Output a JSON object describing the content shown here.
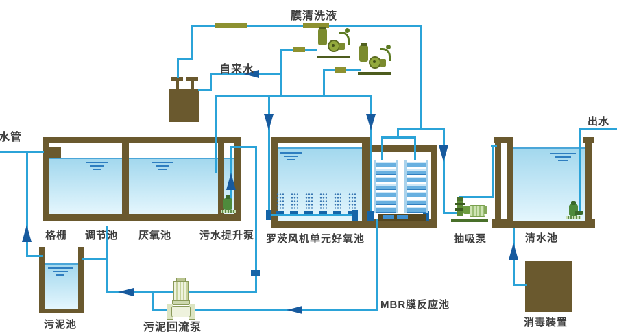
{
  "title": "MBR膜反应池 wastewater treatment process flow diagram",
  "labels": {
    "membrane_cleaning": "膜清洗液",
    "tap_water": "自来水",
    "water_pipe": "水管",
    "outlet": "出水",
    "grid": "格栅",
    "regulation_tank": "调节池",
    "anaerobic_tank": "厌氧池",
    "sewage_lift_pump": "污水提升泵",
    "aerobic_tank": "罗茨风机单元好氧池",
    "suction_pump": "抽吸泵",
    "clear_water_tank": "清水池",
    "sludge_tank": "污泥池",
    "sludge_return_pump": "污泥回流泵",
    "mbr_tank": "MBR膜反应池",
    "disinfection_device": "消毒装置"
  },
  "colors": {
    "pipe": "#2ba3d8",
    "arrow": "#175a9e",
    "wall": "#6a592e",
    "valve": "#8d9130",
    "water-top": "#a3d8ee",
    "water-bottom": "#e4f6fd",
    "surface": "#4aa6d8",
    "pumpg": "#7a8a2e",
    "fitting": "#1565a8",
    "label": "#3d3d3d",
    "ripple": "#2e7ec0",
    "memb": "#68b0e0"
  },
  "icons": {
    "blower_pump": "blower-pump-icon (css shapes)",
    "submersible_pump": "submersible-pump-icon (css shapes)",
    "suction_pump": "suction-pump-icon (css shapes)",
    "inline_return_pump": "inline-pump-icon (css shapes)",
    "valve": "valve-icon (olive rect)",
    "flow_arrow": "flow-arrow (css triangle)",
    "membrane_module": "membrane-module-icon (striped rect)",
    "aeration_diffuser": "bubble-diffuser-icon (dotted column)",
    "water_ripple": "ripple-icon (3 lines)"
  }
}
